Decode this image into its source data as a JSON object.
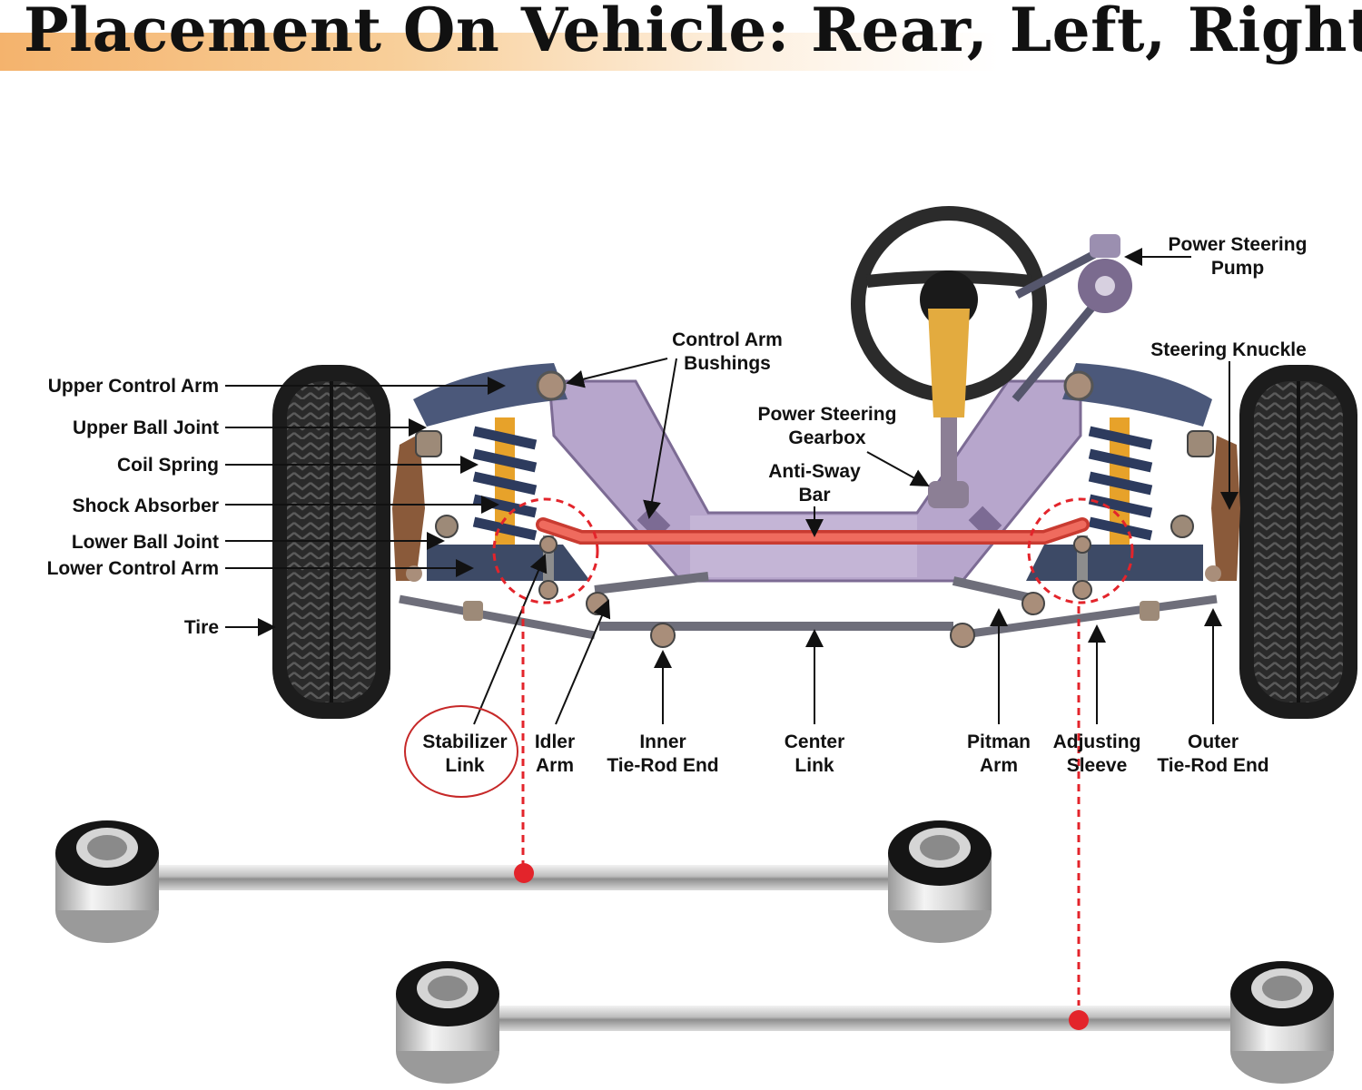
{
  "title": "Placement On Vehicle: Rear, Left, Right",
  "labels": {
    "upper_control_arm": "Upper Control Arm",
    "upper_ball_joint": "Upper Ball Joint",
    "coil_spring": "Coil Spring",
    "shock_absorber": "Shock Absorber",
    "lower_ball_joint": "Lower Ball Joint",
    "lower_control_arm": "Lower Control Arm",
    "tire": "Tire",
    "control_arm_bushings_1": "Control Arm",
    "control_arm_bushings_2": "Bushings",
    "power_steering_gearbox_1": "Power Steering",
    "power_steering_gearbox_2": "Gearbox",
    "anti_sway_bar_1": "Anti-Sway",
    "anti_sway_bar_2": "Bar",
    "power_steering_pump_1": "Power Steering",
    "power_steering_pump_2": "Pump",
    "steering_knuckle": "Steering Knuckle",
    "stabilizer_link_1": "Stabilizer",
    "stabilizer_link_2": "Link",
    "idler_arm_1": "Idler",
    "idler_arm_2": "Arm",
    "inner_tie_rod_1": "Inner",
    "inner_tie_rod_2": "Tie-Rod End",
    "center_link_1": "Center",
    "center_link_2": "Link",
    "pitman_arm_1": "Pitman",
    "pitman_arm_2": "Arm",
    "adjusting_sleeve_1": "Adjusting",
    "adjusting_sleeve_2": "Sleeve",
    "outer_tie_rod_1": "Outer",
    "outer_tie_rod_2": "Tie-Rod End"
  },
  "colors": {
    "highlight_red": "#e3242b",
    "frame_purple": "#b7a6cc",
    "arm_navy": "#3d4a66",
    "sway_bar": "#ef6b5e",
    "tire_dark": "#262626"
  }
}
